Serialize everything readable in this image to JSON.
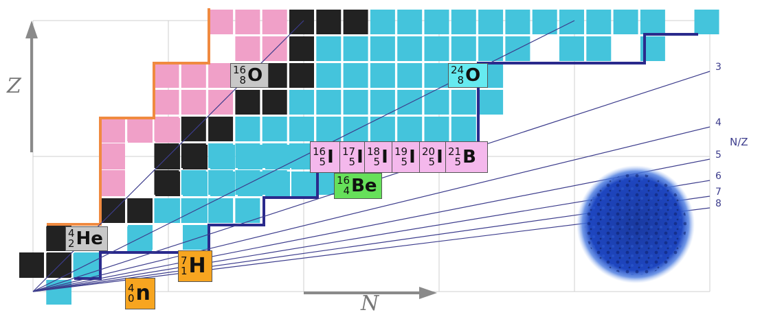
{
  "axes": {
    "z_label": "Z",
    "n_label": "N",
    "ratio_title": "N/Z"
  },
  "ratio_lines": [
    {
      "label": "3"
    },
    {
      "label": "4"
    },
    {
      "label": "5"
    },
    {
      "label": "6"
    },
    {
      "label": "7"
    },
    {
      "label": "8"
    }
  ],
  "nuclei": [
    {
      "id": "he4",
      "mass": "4",
      "z": "2",
      "symbol": "He",
      "color": "#c8c8c8"
    },
    {
      "id": "o16",
      "mass": "16",
      "z": "8",
      "symbol": "O",
      "color": "#c8c8c8"
    },
    {
      "id": "o24",
      "mass": "24",
      "z": "8",
      "symbol": "O",
      "color": "#66eaf0"
    },
    {
      "id": "be16",
      "mass": "16",
      "z": "4",
      "symbol": "Be",
      "color": "#66e05a"
    },
    {
      "id": "h7",
      "mass": "7",
      "z": "1",
      "symbol": "H",
      "color": "#f7a520"
    },
    {
      "id": "n4",
      "mass": "4",
      "z": "0",
      "symbol": "n",
      "color": "#f7a520"
    },
    {
      "id": "b16",
      "mass": "16",
      "z": "5",
      "symbol": "B",
      "color": "#f4b8ec"
    },
    {
      "id": "b17",
      "mass": "17",
      "z": "5",
      "symbol": "B",
      "color": "#f4b8ec"
    },
    {
      "id": "b18",
      "mass": "18",
      "z": "5",
      "symbol": "B",
      "color": "#f4b8ec"
    },
    {
      "id": "b19",
      "mass": "19",
      "z": "5",
      "symbol": "B",
      "color": "#f4b8ec"
    },
    {
      "id": "b20",
      "mass": "20",
      "z": "5",
      "symbol": "B",
      "color": "#f4b8ec"
    },
    {
      "id": "b21",
      "mass": "21",
      "z": "5",
      "symbol": "B",
      "color": "#f4b8ec"
    }
  ],
  "colors": {
    "stable": "#222222",
    "neutron_rich": "#44c4dc",
    "proton_rich": "#f0a0c8",
    "proton_drip": "#f08a40",
    "neutron_drip": "#2a2a8c",
    "ratio_line": "#3c3c8c",
    "grid": "#cfcfcf",
    "axis_arrow": "#8a8a8a",
    "star": "#1a3aa0"
  }
}
